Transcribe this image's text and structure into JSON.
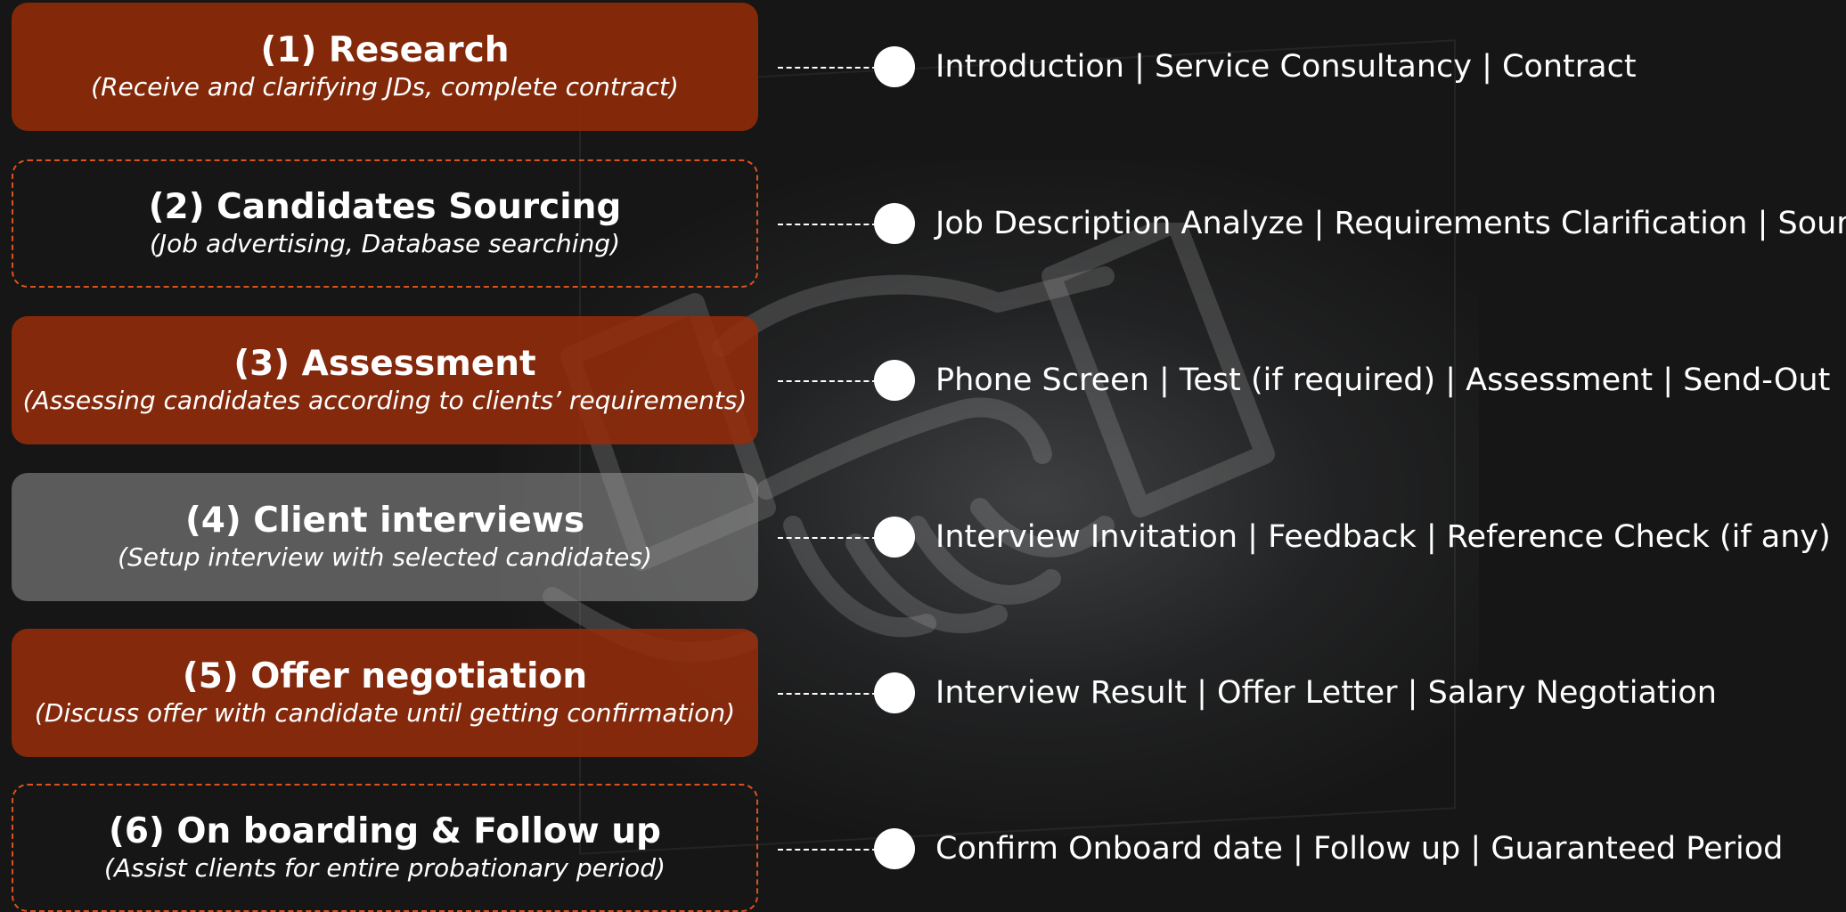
{
  "steps": [
    {
      "title": "(1) Research",
      "subtitle": "(Receive and clarifying JDs, complete contract)",
      "detail": "Introduction | Service Consultancy | Contract"
    },
    {
      "title": "(2) Candidates Sourcing",
      "subtitle": "(Job advertising, Database searching)",
      "detail": "Job Description Analyze | Requirements Clarification | Sourcing"
    },
    {
      "title": "(3) Assessment",
      "subtitle": "(Assessing candidates according to clients’ requirements)",
      "detail": "Phone Screen | Test (if required) | Assessment | Send-Out"
    },
    {
      "title": "(4) Client interviews",
      "subtitle": "(Setup interview with selected candidates)",
      "detail": "Interview Invitation | Feedback | Reference Check (if any)"
    },
    {
      "title": "(5) Offer negotiation",
      "subtitle": "(Discuss offer with candidate until getting confirmation)",
      "detail": "Interview Result | Offer Letter | Salary Negotiation"
    },
    {
      "title": "(6) On boarding & Follow up",
      "subtitle": "(Assist clients for entire probationary period)",
      "detail": "Confirm Onboard date | Follow up | Guaranteed Period"
    }
  ],
  "colors": {
    "filled": "#8c2a09",
    "dashed_border": "#d9531e",
    "highlight": "#969696",
    "background": "#161616"
  },
  "background_image": "dark-room-neon-handshake-sign"
}
